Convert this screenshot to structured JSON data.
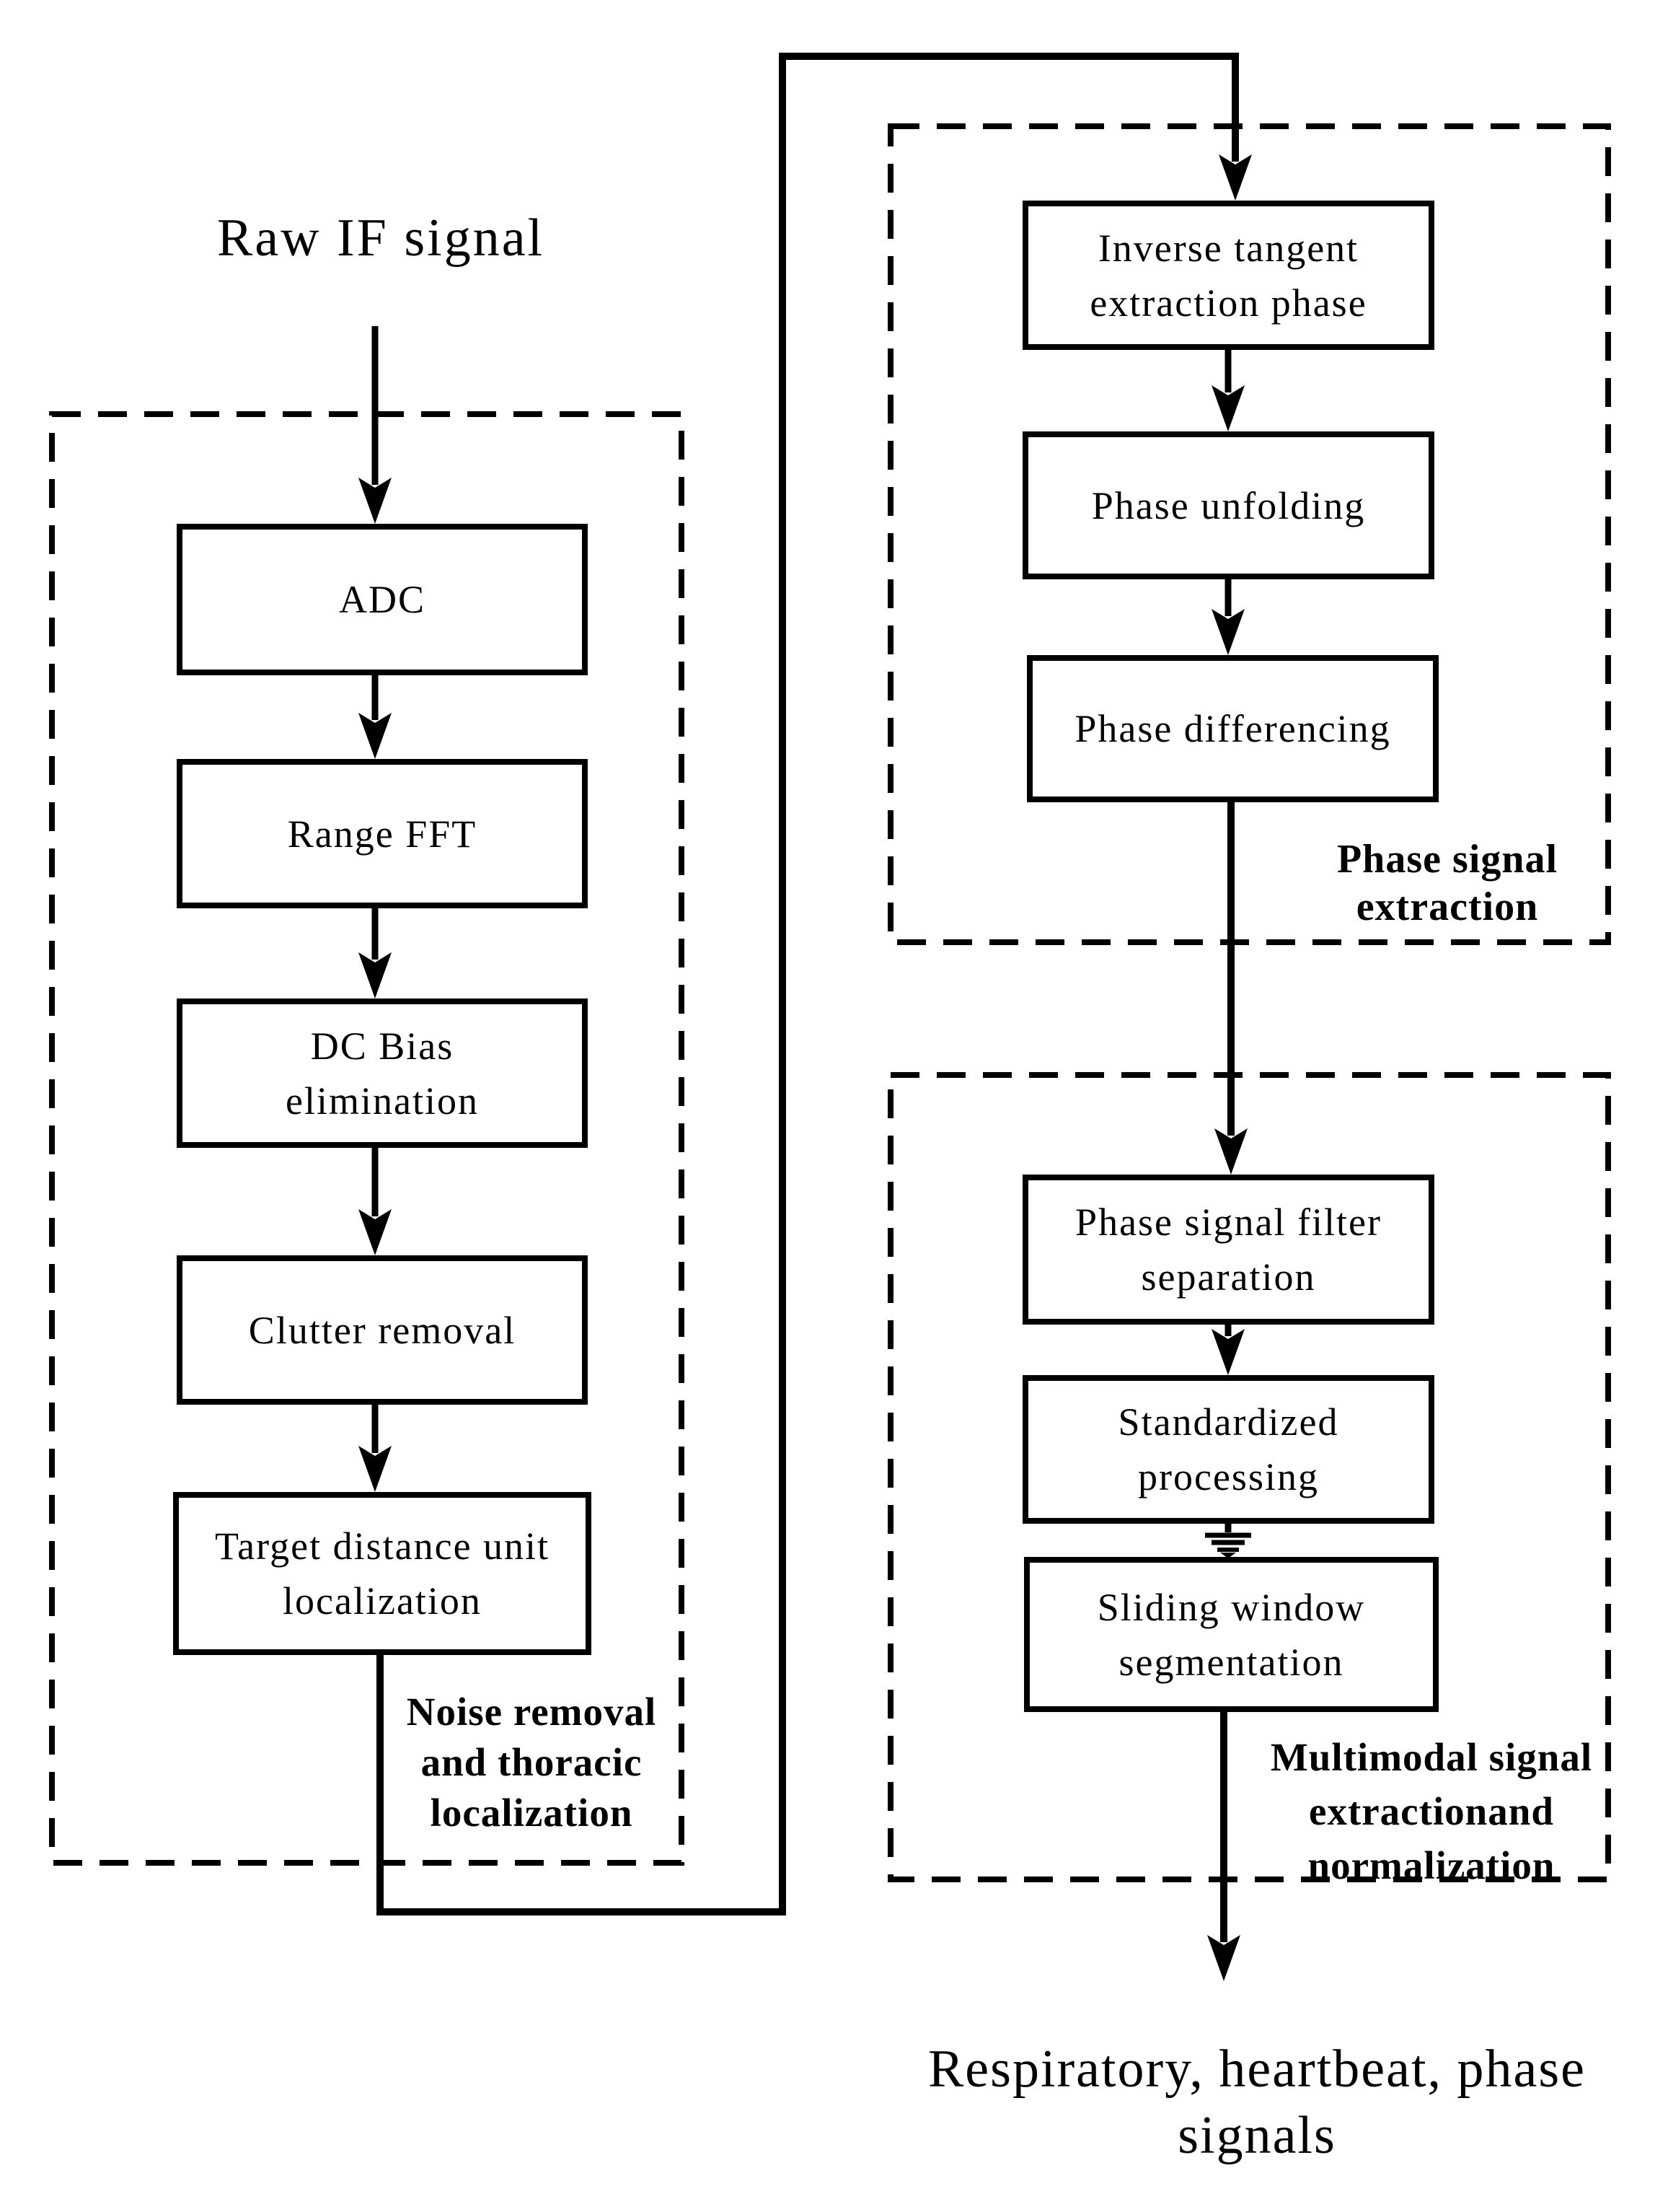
{
  "title": "Raw IF signal",
  "groups": [
    {
      "label": "Noise removal and thoracic localization",
      "boxes": [
        "ADC",
        "Range FFT",
        "DC Bias elimination",
        "Clutter removal",
        "Target distance unit localization"
      ]
    },
    {
      "label": "Phase signal extraction",
      "boxes": [
        "Inverse tangent extraction phase",
        "Phase unfolding",
        "Phase differencing"
      ]
    },
    {
      "label": "Multimodal signal extractionand normalization",
      "boxes": [
        "Phase signal filter separation",
        "Standardized processing",
        "Sliding window segmentation"
      ]
    }
  ],
  "output": "Respiratory, heartbeat, phase signals",
  "colors": {
    "ink": "#000000",
    "background": "#ffffff"
  }
}
